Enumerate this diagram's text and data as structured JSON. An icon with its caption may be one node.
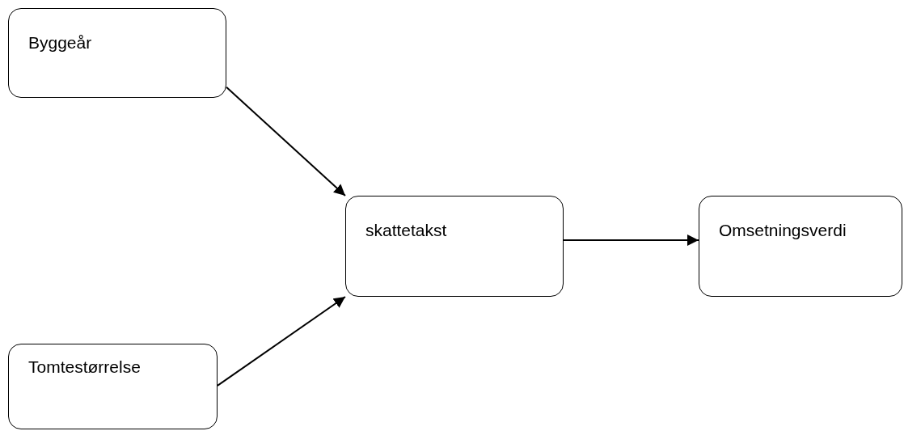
{
  "diagram": {
    "nodes": [
      {
        "text": [
          "Byggeår"
        ]
      },
      {
        "text": [
          "Tomtestørrelse"
        ]
      },
      {
        "text": [
          "skattetakst"
        ]
      },
      {
        "text": [
          "Omsetningsverdi"
        ]
      }
    ],
    "edges": [
      {
        "from": 0,
        "to": 2,
        "arrow": "to"
      },
      {
        "from": 1,
        "to": 2,
        "arrow": "to"
      },
      {
        "from": 2,
        "to": 3,
        "arrow": "to"
      }
    ]
  }
}
